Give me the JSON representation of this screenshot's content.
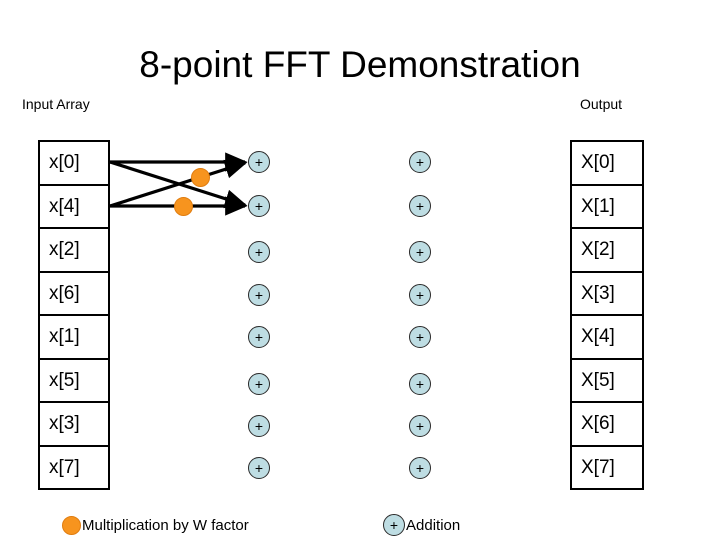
{
  "title": "8-point FFT Demonstration",
  "labels": {
    "input": "Input Array",
    "output": "Output"
  },
  "input_array": {
    "cells": [
      "x[0]",
      "x[4]",
      "x[2]",
      "x[6]",
      "x[1]",
      "x[5]",
      "x[3]",
      "x[7]"
    ]
  },
  "output_array": {
    "cells": [
      "X[0]",
      "X[1]",
      "X[2]",
      "X[3]",
      "X[4]",
      "X[5]",
      "X[6]",
      "X[7]"
    ]
  },
  "nodes": {
    "addition_symbol": "+",
    "stage1_count": 8,
    "stage2_count": 8
  },
  "legend": {
    "multiplication": "Multiplication by W factor",
    "addition": "Addition",
    "addition_symbol": "+"
  },
  "colors": {
    "multiplier": "#f7941e",
    "adder": "#bedde3",
    "line": "#000000",
    "border": "#000000",
    "background": "#ffffff"
  }
}
